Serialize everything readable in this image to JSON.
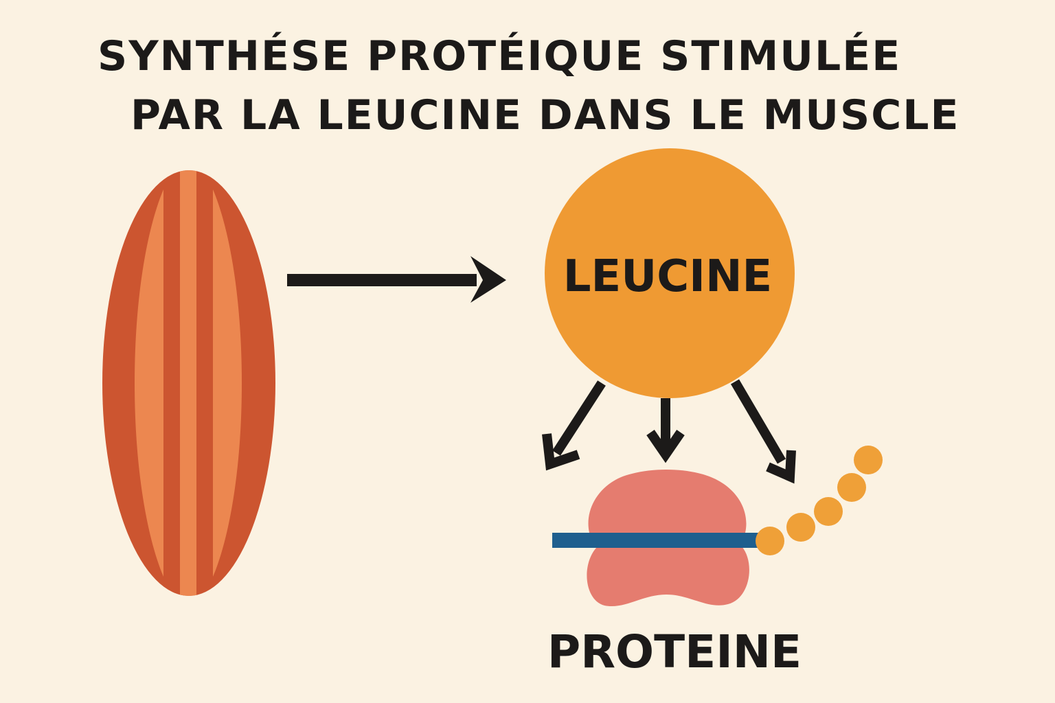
{
  "title": {
    "line1": "SYNTHÉSE PROTÉIQUE STIMULÉE",
    "line2": "PAR LA LEUCINE DANS LE MUSCLE"
  },
  "nodes": {
    "leucine_label": "LEUCINE",
    "protein_label": "PROTEINE"
  },
  "colors": {
    "background": "#fbf2e2",
    "muscle_dark": "#cc5530",
    "muscle_light": "#ec8750",
    "leucine": "#ef9a33",
    "ribosome": "#e57c6f",
    "mrna": "#1e5f8e",
    "amino_acid": "#efa038",
    "arrow": "#1c1a19"
  }
}
